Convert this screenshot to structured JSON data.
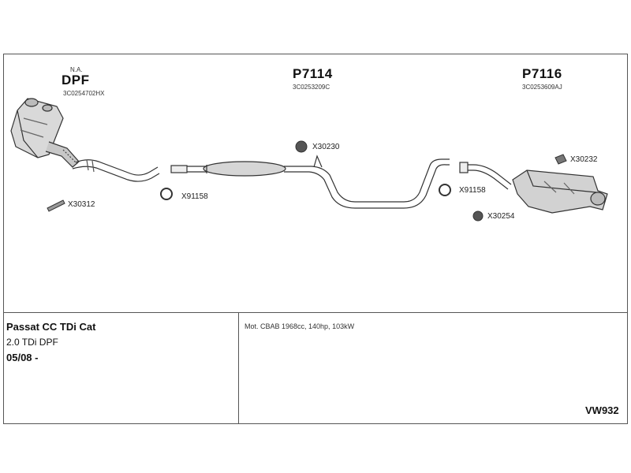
{
  "parts": {
    "dpf": {
      "note": "N.A.",
      "code": "DPF",
      "oem": "3C0254702HX"
    },
    "middle": {
      "code": "P7114",
      "oem": "3C0253209C"
    },
    "rear": {
      "code": "P7116",
      "oem": "3C0253609AJ"
    }
  },
  "accessories": {
    "x30312": "X30312",
    "x91158_front": "X91158",
    "x30230": "X30230",
    "x30232": "X30232",
    "x91158_rear": "X91158",
    "x30254": "X30254"
  },
  "vehicle": {
    "model": "Passat CC TDi Cat",
    "engine_variant": "2.0 TDi DPF",
    "date": "05/08 -"
  },
  "engine_info": "Mot. CBAB 1968cc, 140hp, 103kW",
  "reference": "VW932"
}
